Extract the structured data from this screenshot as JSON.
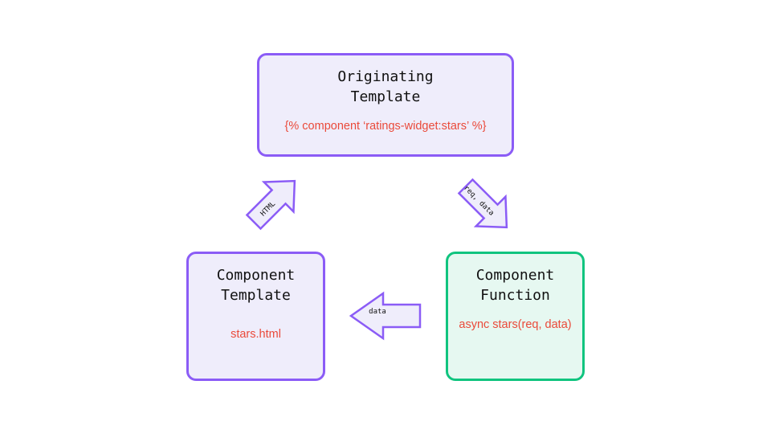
{
  "nodes": {
    "originating_template": {
      "title": "Originating Template",
      "code": "{% component ‘ratings-widget:stars’ %}"
    },
    "component_template": {
      "title": "Component Template",
      "code": "stars.html"
    },
    "component_function": {
      "title": "Component Function",
      "code": "async stars(req, data)"
    }
  },
  "edges": {
    "template_to_origin": "HTML",
    "origin_to_function": "req, data",
    "function_to_template": "data"
  },
  "colors": {
    "purple_border": "#8b5cf6",
    "purple_fill": "#efedfb",
    "green_border": "#10c47f",
    "green_fill": "#e6f8f1",
    "code_red": "#ea4a3a"
  }
}
